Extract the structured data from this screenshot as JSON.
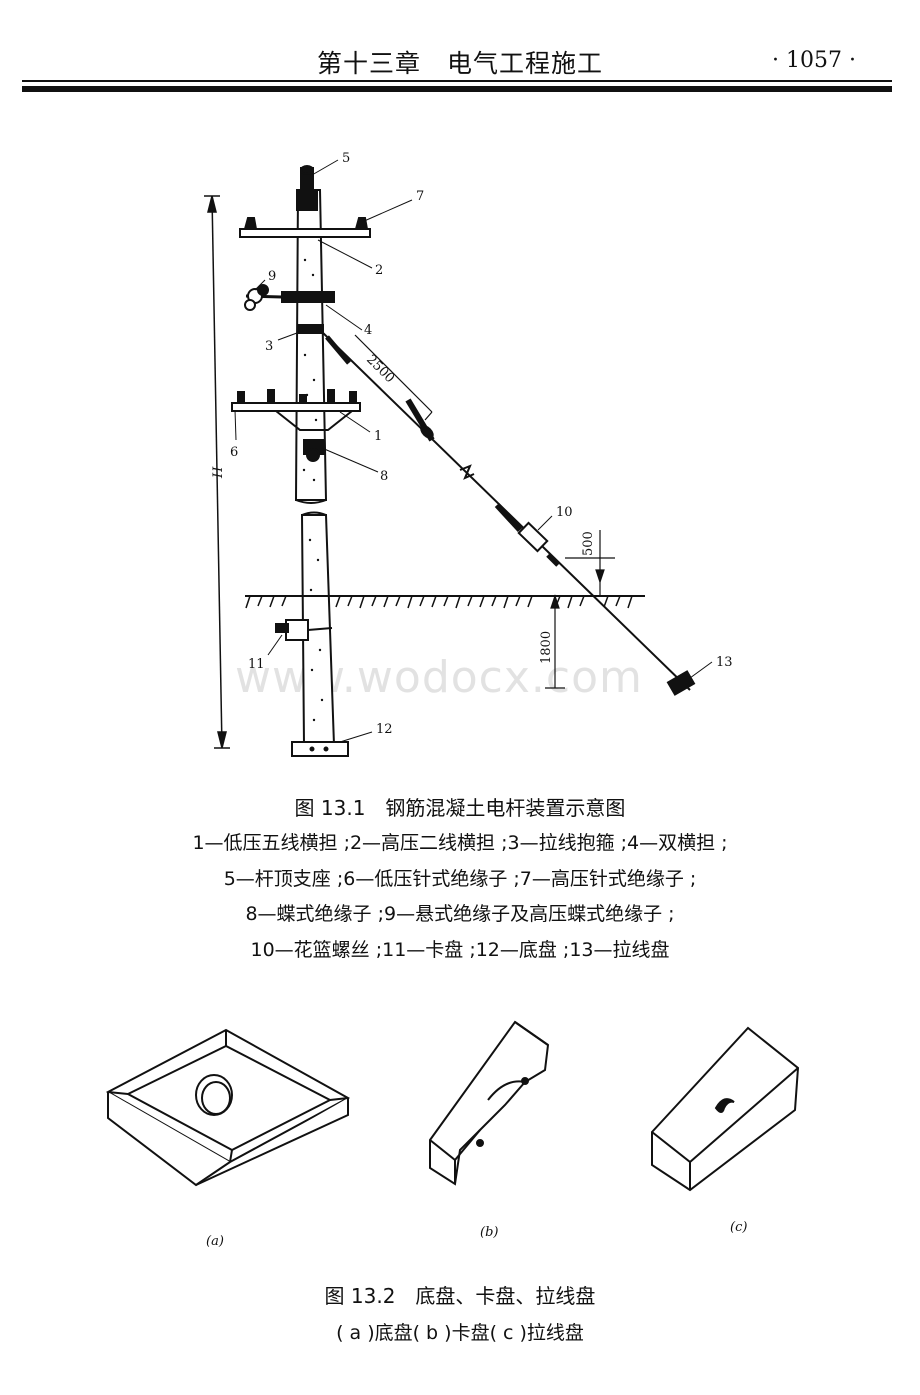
{
  "header": {
    "chapter_title": "第十三章　电气工程施工",
    "page_number": "· 1057 ·"
  },
  "watermark": "www.wodocx.com",
  "figure_13_1": {
    "callouts": [
      "1",
      "2",
      "3",
      "4",
      "5",
      "6",
      "7",
      "8",
      "9",
      "10",
      "11",
      "12",
      "13"
    ],
    "dim_guy": "2500",
    "dim_top": "500",
    "dim_bottom": "1800",
    "dim_height": "H",
    "caption_title": "图 13.1　钢筋混凝土电杆装置示意图",
    "caption_lines": [
      "1—低压五线横担 ;2—高压二线横担 ;3—拉线抱箍 ;4—双横担 ;",
      "5—杆顶支座 ;6—低压针式绝缘子 ;7—高压针式绝缘子 ;",
      "8—蝶式绝缘子 ;9—悬式绝缘子及高压蝶式绝缘子 ;",
      "10—花篮螺丝 ;11—卡盘 ;12—底盘 ;13—拉线盘"
    ]
  },
  "figure_13_2": {
    "sub_labels": [
      "(a)",
      "(b)",
      "(c)"
    ],
    "caption_title": "图 13.2　底盘、卡盘、拉线盘",
    "caption_line": "( a )底盘( b )卡盘( c )拉线盘"
  }
}
